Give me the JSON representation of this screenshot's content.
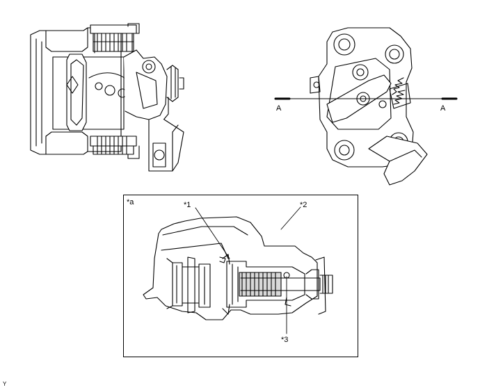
{
  "section_line": {
    "left_label": "A",
    "right_label": "A"
  },
  "inset": {
    "title": "*a",
    "callouts": {
      "one": "*1",
      "two": "*2",
      "three": "*3"
    }
  },
  "corner_code": "Y",
  "colors": {
    "line": "#000000",
    "face": "#ffffff",
    "shade": "#d9d9d9"
  },
  "icons": {
    "front_view": "brake-caliper-front-view",
    "rear_view": "brake-caliper-rear-view",
    "section_view": "brake-caliper-cross-section"
  }
}
